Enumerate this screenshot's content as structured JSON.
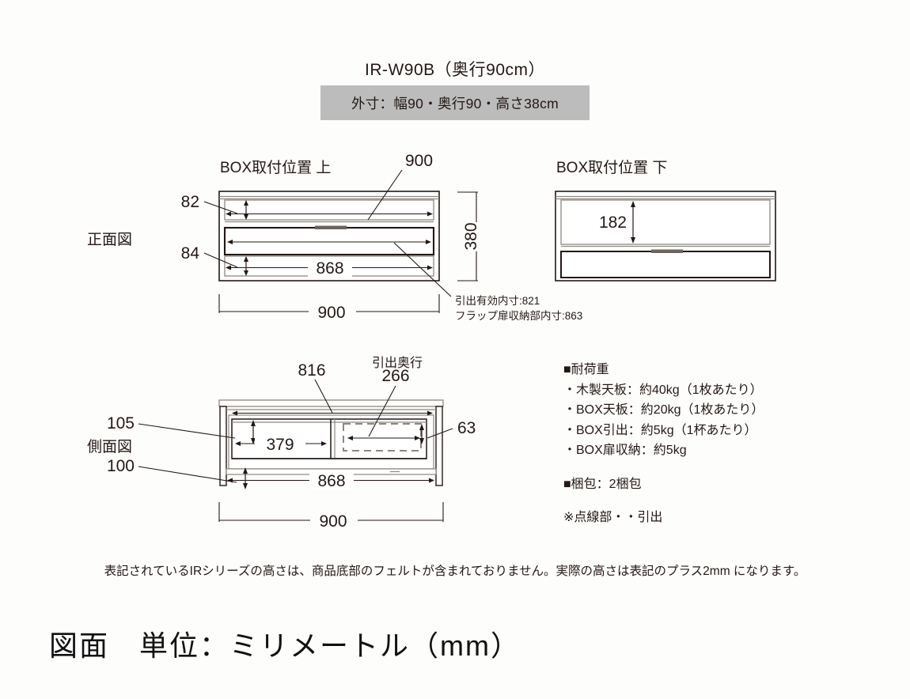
{
  "header": {
    "model_title": "IR-W90B（奥行90cm）",
    "spec_band": "外寸：幅90・奥行90・高さ38cm"
  },
  "captions": {
    "box_upper": "BOX取付位置 上",
    "box_lower": "BOX取付位置 下",
    "front_view": "正面図",
    "side_view": "側面図",
    "drawer_depth_label": "引出奥行"
  },
  "front_view": {
    "dim_top_gap": "82",
    "dim_bottom_gap": "84",
    "dim_inner_width": "868",
    "dim_leader_width": "900",
    "dim_height": "380",
    "dim_outer_width": "900",
    "note_line1": "引出有効内寸:821",
    "note_line2": "フラップ扉収納部内寸:863"
  },
  "lower_view": {
    "dim_inner_height": "182"
  },
  "side_view": {
    "dim_816": "816",
    "dim_266": "266",
    "dim_105": "105",
    "dim_100": "100",
    "dim_379": "379",
    "dim_63": "63",
    "dim_868": "868",
    "dim_900": "900"
  },
  "specs": {
    "load_heading": "■耐荷重",
    "load_items": [
      "・木製天板：約40kg（1枚あたり）",
      "・BOX天板：約20kg（1枚あたり）",
      "・BOX引出：約5kg（1杯あたり）",
      "・BOX扉収納：約5kg"
    ],
    "packing": "■梱包：2梱包",
    "dotted_note": "※点線部・・引出"
  },
  "footer": {
    "note": "表記されているIRシリーズの高さは、商品底部のフェルトが含まれておりません。実際の高さは表記のプラス2mm になります。",
    "title": "図面　単位：ミリメートル（mm）"
  },
  "colors": {
    "band_bg": "#bcbcbc",
    "ink": "#231815",
    "line_light": "#9a958f",
    "page_bg": "#fdfdfc"
  }
}
